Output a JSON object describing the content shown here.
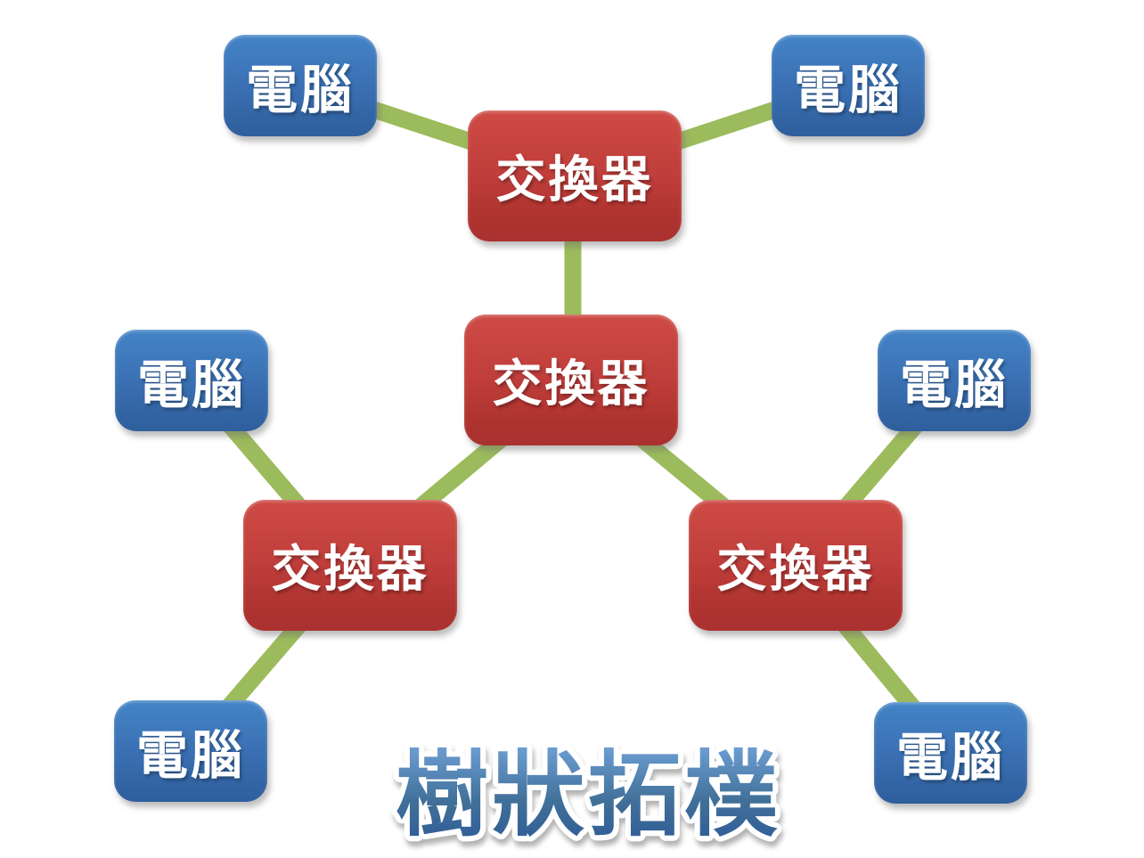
{
  "title": {
    "text": "樹狀拓樸"
  },
  "diagram": {
    "type": "tree-topology-network",
    "node_labels": {
      "switch": "交換器",
      "computer": "電腦"
    },
    "nodes": [
      {
        "id": "computer-top-left",
        "type": "computer",
        "label": "電腦"
      },
      {
        "id": "switch-top",
        "type": "switch",
        "label": "交換器"
      },
      {
        "id": "computer-top-right",
        "type": "computer",
        "label": "電腦"
      },
      {
        "id": "computer-mid-left",
        "type": "computer",
        "label": "電腦"
      },
      {
        "id": "switch-mid",
        "type": "switch",
        "label": "交換器"
      },
      {
        "id": "computer-mid-right",
        "type": "computer",
        "label": "電腦"
      },
      {
        "id": "switch-bottom-left",
        "type": "switch",
        "label": "交換器"
      },
      {
        "id": "switch-bottom-right",
        "type": "switch",
        "label": "交換器"
      },
      {
        "id": "computer-bottom-left",
        "type": "computer",
        "label": "電腦"
      },
      {
        "id": "computer-bottom-right",
        "type": "computer",
        "label": "電腦"
      }
    ],
    "edges": [
      {
        "from": "computer-top-left",
        "to": "switch-top"
      },
      {
        "from": "computer-top-right",
        "to": "switch-top"
      },
      {
        "from": "switch-top",
        "to": "switch-mid"
      },
      {
        "from": "switch-mid",
        "to": "switch-bottom-left"
      },
      {
        "from": "switch-mid",
        "to": "switch-bottom-right"
      },
      {
        "from": "computer-mid-left",
        "to": "switch-bottom-left"
      },
      {
        "from": "computer-mid-right",
        "to": "switch-bottom-right"
      },
      {
        "from": "switch-bottom-left",
        "to": "computer-bottom-left"
      },
      {
        "from": "switch-bottom-right",
        "to": "computer-bottom-right"
      }
    ],
    "edge_color": "#9CBB5C",
    "colors": {
      "switch_fill_top": "#CE4B45",
      "switch_fill_bottom": "#A93130",
      "computer_fill_top": "#4484C7",
      "computer_fill_bottom": "#2E5E9C",
      "node_text": "#FFFFFF",
      "title_fill_top": "#6FA0D5",
      "title_fill_bottom": "#2D5B97",
      "title_outline": "#FFFFFF",
      "background": "#FFFFFF"
    }
  }
}
